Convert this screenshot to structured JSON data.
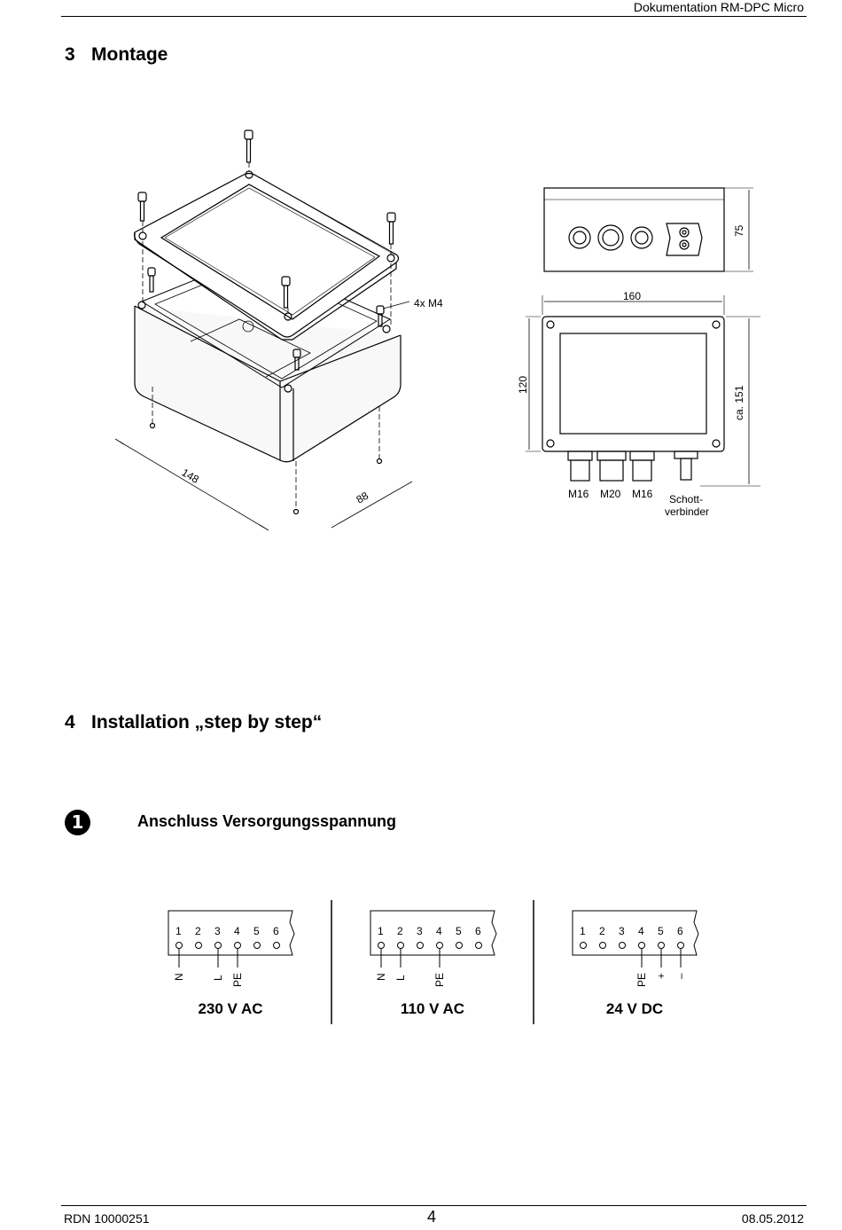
{
  "header": {
    "title": "Dokumentation RM-DPC Micro"
  },
  "section3": {
    "number": "3",
    "title": "Montage"
  },
  "mounting_drawing": {
    "screw_label": "4x M4",
    "dim_length": "148",
    "dim_width": "88"
  },
  "views": {
    "side_height": "75",
    "top_width": "160",
    "top_height": "120",
    "total_height": "ca. 151",
    "gland_1": "M16",
    "gland_2": "M20",
    "gland_3": "M16",
    "bulkhead_line1": "Schott-",
    "bulkhead_line2": "verbinder"
  },
  "section4": {
    "number": "4",
    "title": "Installation „step by step“"
  },
  "step1": {
    "badge": "1",
    "title": "Anschluss Versorgungsspannung"
  },
  "wiring": [
    {
      "terminals": [
        "1",
        "2",
        "3",
        "4",
        "5",
        "6"
      ],
      "wires": [
        "N",
        "L",
        "PE"
      ],
      "voltage": "230 V AC"
    },
    {
      "terminals": [
        "1",
        "2",
        "3",
        "4",
        "5",
        "6"
      ],
      "wires": [
        "N",
        "L",
        "PE"
      ],
      "voltage": "110 V AC"
    },
    {
      "terminals": [
        "1",
        "2",
        "3",
        "4",
        "5",
        "6"
      ],
      "wires": [
        "PE",
        "+",
        "–"
      ],
      "voltage": "24 V DC"
    }
  ],
  "footer": {
    "doc_id": "RDN 10000251",
    "page": "4",
    "date": "08.05.2012"
  }
}
